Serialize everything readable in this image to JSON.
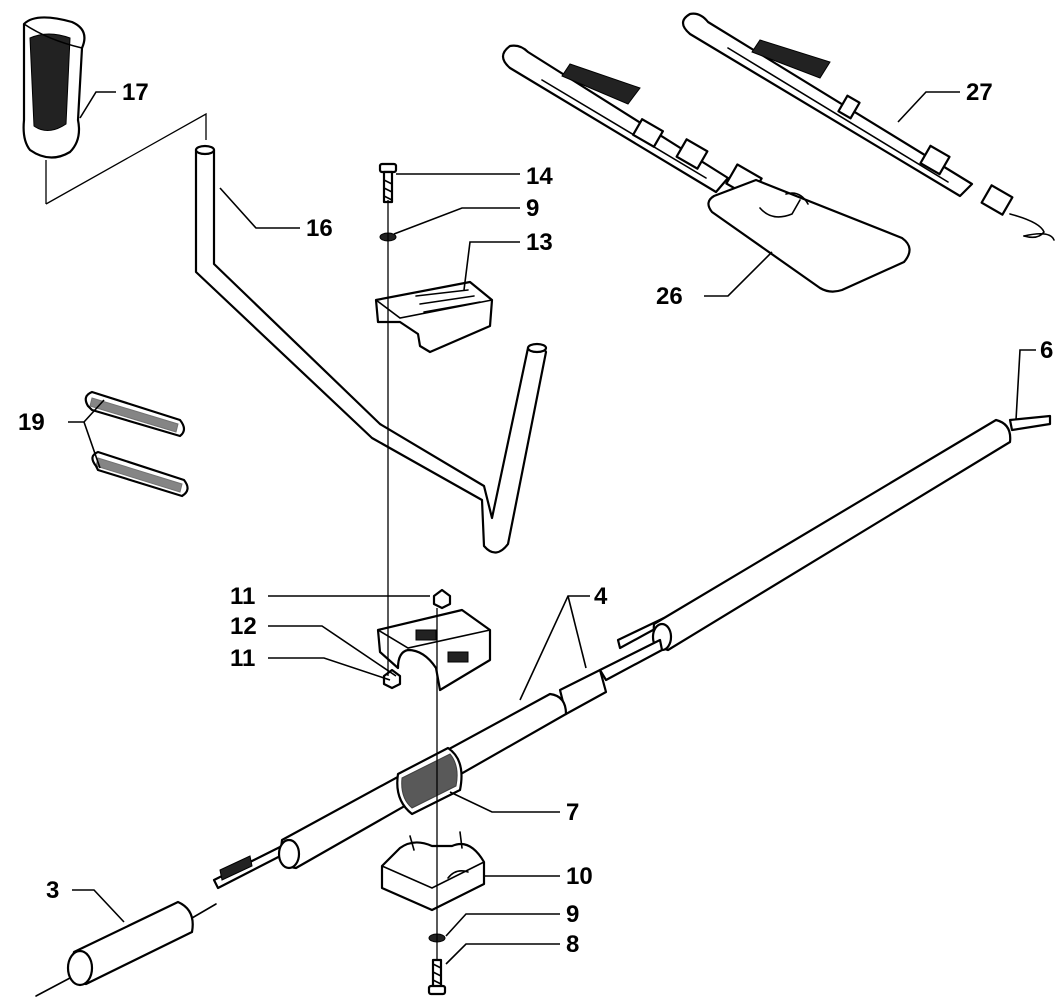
{
  "colors": {
    "ink": "#000000",
    "paper": "#ffffff"
  },
  "labels": {
    "p3": "3",
    "p4": "4",
    "p6": "6",
    "p7": "7",
    "p8": "8",
    "p9_top": "9",
    "p9_bottom": "9",
    "p10": "10",
    "p11_top": "11",
    "p11_bottom": "11",
    "p12": "12",
    "p13": "13",
    "p14": "14",
    "p16": "16",
    "p17": "17",
    "p19": "19",
    "p26": "26",
    "p27": "27"
  }
}
